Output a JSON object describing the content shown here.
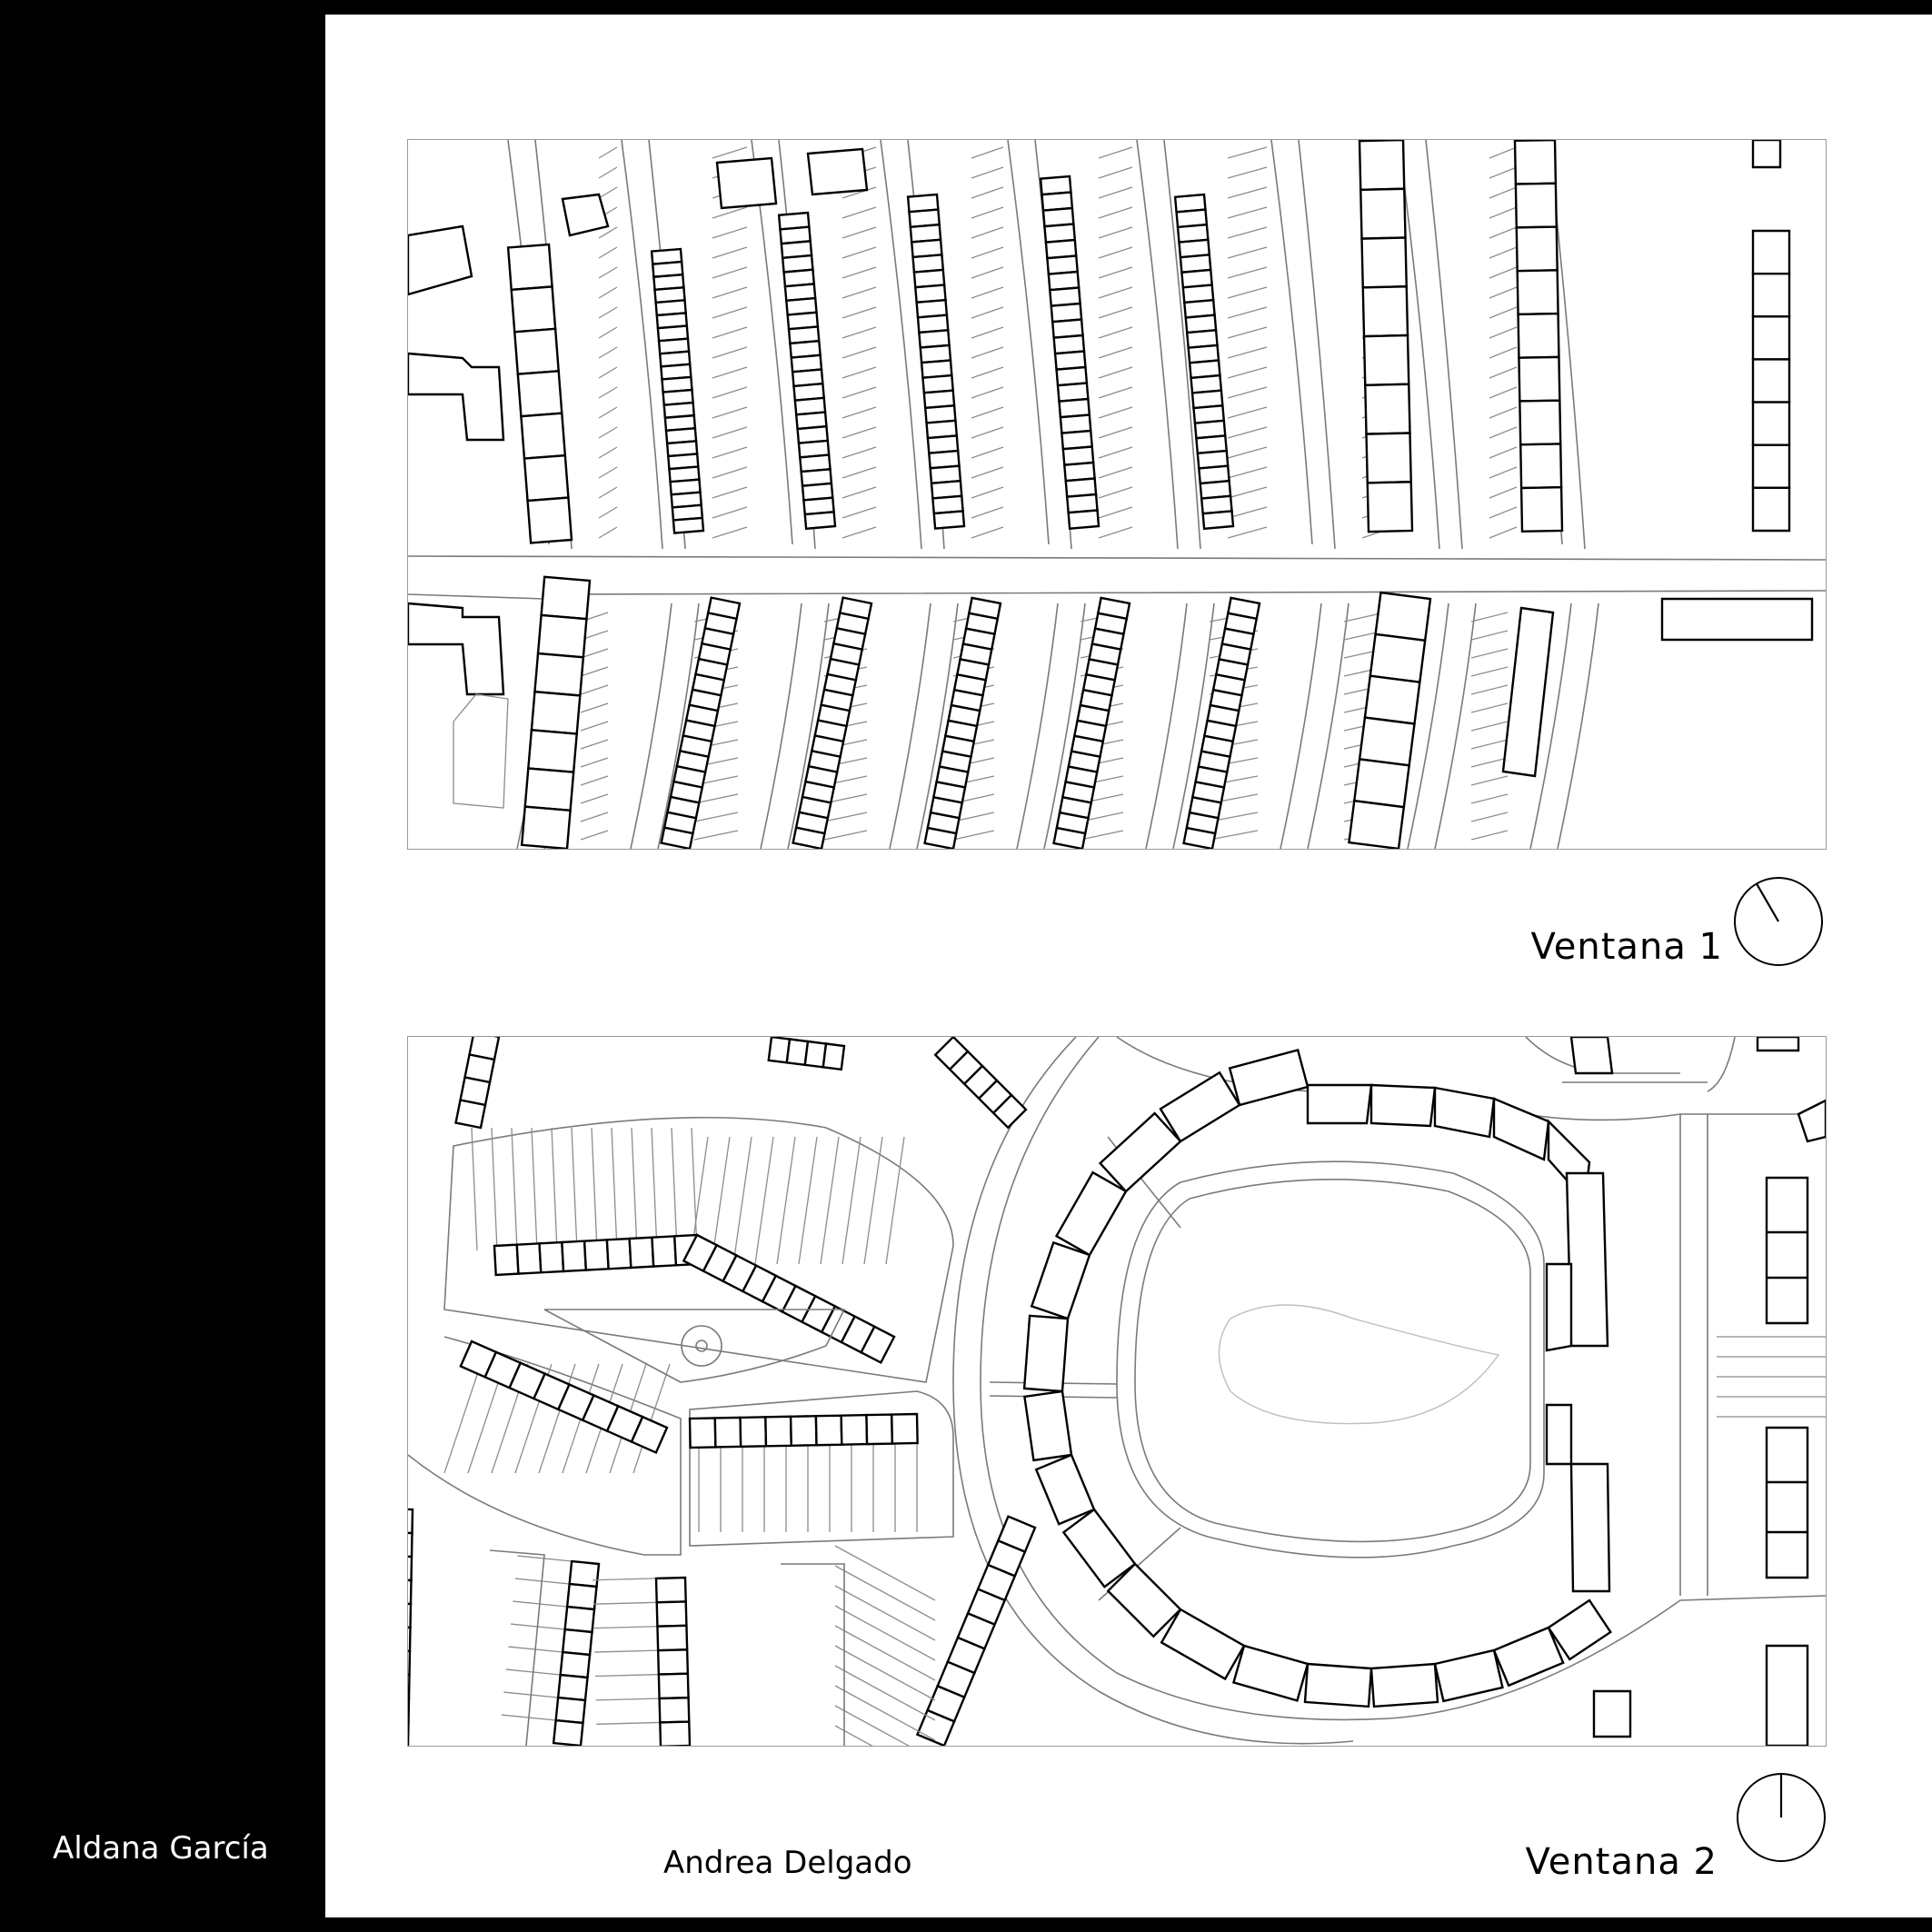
{
  "window_1": {
    "label": "Ventana 1",
    "north_arrow_icon": "north-arrow-icon",
    "north_rotation_deg": -30
  },
  "window_2": {
    "label": "Ventana 2",
    "north_arrow_icon": "north-arrow-icon",
    "north_rotation_deg": 0
  },
  "authors": [
    "Aldana García",
    "Andrea Delgado"
  ],
  "colors": {
    "background": "#000000",
    "sheet": "#ffffff",
    "buildings": "#000000",
    "lots": "#8c8c8c"
  }
}
